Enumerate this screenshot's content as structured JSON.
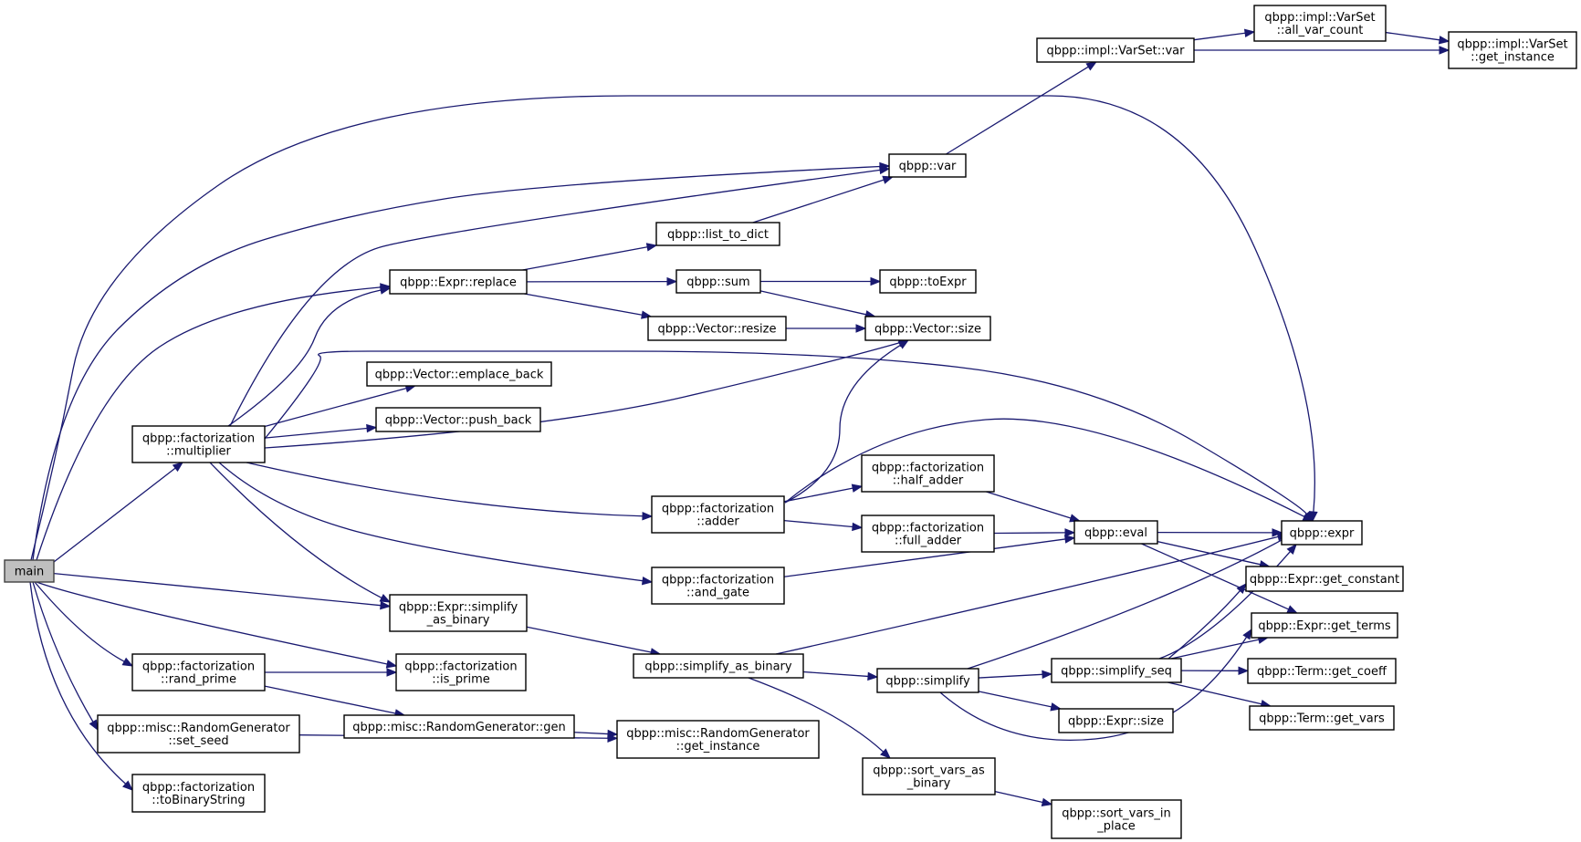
{
  "graph": {
    "colors": {
      "edge": "#191970",
      "node_border": "#000000",
      "root_fill": "#bfbfbf"
    },
    "nodes": {
      "main": [
        "main"
      ],
      "varset_var": [
        "qbpp::impl::VarSet::var"
      ],
      "all_var_count": [
        "qbpp::impl::VarSet",
        "::all_var_count"
      ],
      "varset_get_instance": [
        "qbpp::impl::VarSet",
        "::get_instance"
      ],
      "var": [
        "qbpp::var"
      ],
      "list_to_dict": [
        "qbpp::list_to_dict"
      ],
      "expr_replace": [
        "qbpp::Expr::replace"
      ],
      "sum": [
        "qbpp::sum"
      ],
      "toExpr": [
        "qbpp::toExpr"
      ],
      "vector_resize": [
        "qbpp::Vector::resize"
      ],
      "vector_size": [
        "qbpp::Vector::size"
      ],
      "emplace_back": [
        "qbpp::Vector::emplace_back"
      ],
      "push_back": [
        "qbpp::Vector::push_back"
      ],
      "multiplier": [
        "qbpp::factorization",
        "::multiplier"
      ],
      "half_adder": [
        "qbpp::factorization",
        "::half_adder"
      ],
      "adder": [
        "qbpp::factorization",
        "::adder"
      ],
      "full_adder": [
        "qbpp::factorization",
        "::full_adder"
      ],
      "eval": [
        "qbpp::eval"
      ],
      "expr": [
        "qbpp::expr"
      ],
      "and_gate": [
        "qbpp::factorization",
        "::and_gate"
      ],
      "get_constant": [
        "qbpp::Expr::get_constant"
      ],
      "expr_simplify_as_binary": [
        "qbpp::Expr::simplify",
        "_as_binary"
      ],
      "get_terms": [
        "qbpp::Expr::get_terms"
      ],
      "simplify_as_binary": [
        "qbpp::simplify_as_binary"
      ],
      "rand_prime": [
        "qbpp::factorization",
        "::rand_prime"
      ],
      "is_prime": [
        "qbpp::factorization",
        "::is_prime"
      ],
      "simplify": [
        "qbpp::simplify"
      ],
      "simplify_seq": [
        "qbpp::simplify_seq"
      ],
      "get_coeff": [
        "qbpp::Term::get_coeff"
      ],
      "rg_gen": [
        "qbpp::misc::RandomGenerator::gen"
      ],
      "set_seed": [
        "qbpp::misc::RandomGenerator",
        "::set_seed"
      ],
      "rg_get_instance": [
        "qbpp::misc::RandomGenerator",
        "::get_instance"
      ],
      "get_vars": [
        "qbpp::Term::get_vars"
      ],
      "expr_size": [
        "qbpp::Expr::size"
      ],
      "sort_vars_as_binary": [
        "qbpp::sort_vars_as",
        "_binary"
      ],
      "toBinaryString": [
        "qbpp::factorization",
        "::toBinaryString"
      ],
      "sort_vars_in_place": [
        "qbpp::sort_vars_in",
        "_place"
      ]
    },
    "edges": [
      [
        "main",
        "expr"
      ],
      [
        "main",
        "var"
      ],
      [
        "main",
        "expr_replace"
      ],
      [
        "main",
        "multiplier"
      ],
      [
        "main",
        "expr_simplify_as_binary"
      ],
      [
        "main",
        "is_prime"
      ],
      [
        "main",
        "rand_prime"
      ],
      [
        "main",
        "set_seed"
      ],
      [
        "main",
        "toBinaryString"
      ],
      [
        "varset_var",
        "all_var_count"
      ],
      [
        "varset_var",
        "varset_get_instance"
      ],
      [
        "all_var_count",
        "varset_get_instance"
      ],
      [
        "var",
        "varset_var"
      ],
      [
        "list_to_dict",
        "var"
      ],
      [
        "expr_replace",
        "list_to_dict"
      ],
      [
        "expr_replace",
        "sum"
      ],
      [
        "expr_replace",
        "vector_resize"
      ],
      [
        "sum",
        "toExpr"
      ],
      [
        "sum",
        "vector_size"
      ],
      [
        "vector_resize",
        "vector_size"
      ],
      [
        "multiplier",
        "var"
      ],
      [
        "multiplier",
        "expr_replace"
      ],
      [
        "multiplier",
        "expr"
      ],
      [
        "multiplier",
        "emplace_back"
      ],
      [
        "multiplier",
        "push_back"
      ],
      [
        "multiplier",
        "vector_size"
      ],
      [
        "multiplier",
        "adder"
      ],
      [
        "multiplier",
        "and_gate"
      ],
      [
        "multiplier",
        "expr_simplify_as_binary"
      ],
      [
        "adder",
        "vector_size"
      ],
      [
        "adder",
        "expr"
      ],
      [
        "adder",
        "half_adder"
      ],
      [
        "adder",
        "full_adder"
      ],
      [
        "half_adder",
        "eval"
      ],
      [
        "full_adder",
        "eval"
      ],
      [
        "and_gate",
        "eval"
      ],
      [
        "eval",
        "expr"
      ],
      [
        "eval",
        "get_constant"
      ],
      [
        "eval",
        "get_terms"
      ],
      [
        "expr_simplify_as_binary",
        "simplify_as_binary"
      ],
      [
        "simplify_as_binary",
        "expr"
      ],
      [
        "simplify_as_binary",
        "simplify"
      ],
      [
        "simplify_as_binary",
        "sort_vars_as_binary"
      ],
      [
        "simplify",
        "expr"
      ],
      [
        "simplify",
        "simplify_seq"
      ],
      [
        "simplify",
        "expr_size"
      ],
      [
        "simplify",
        "get_terms"
      ],
      [
        "simplify_seq",
        "expr"
      ],
      [
        "simplify_seq",
        "get_constant"
      ],
      [
        "simplify_seq",
        "get_terms"
      ],
      [
        "simplify_seq",
        "get_coeff"
      ],
      [
        "simplify_seq",
        "get_vars"
      ],
      [
        "sort_vars_as_binary",
        "sort_vars_in_place"
      ],
      [
        "rand_prime",
        "is_prime"
      ],
      [
        "rand_prime",
        "rg_gen"
      ],
      [
        "rg_gen",
        "rg_get_instance"
      ],
      [
        "set_seed",
        "rg_get_instance"
      ]
    ]
  }
}
